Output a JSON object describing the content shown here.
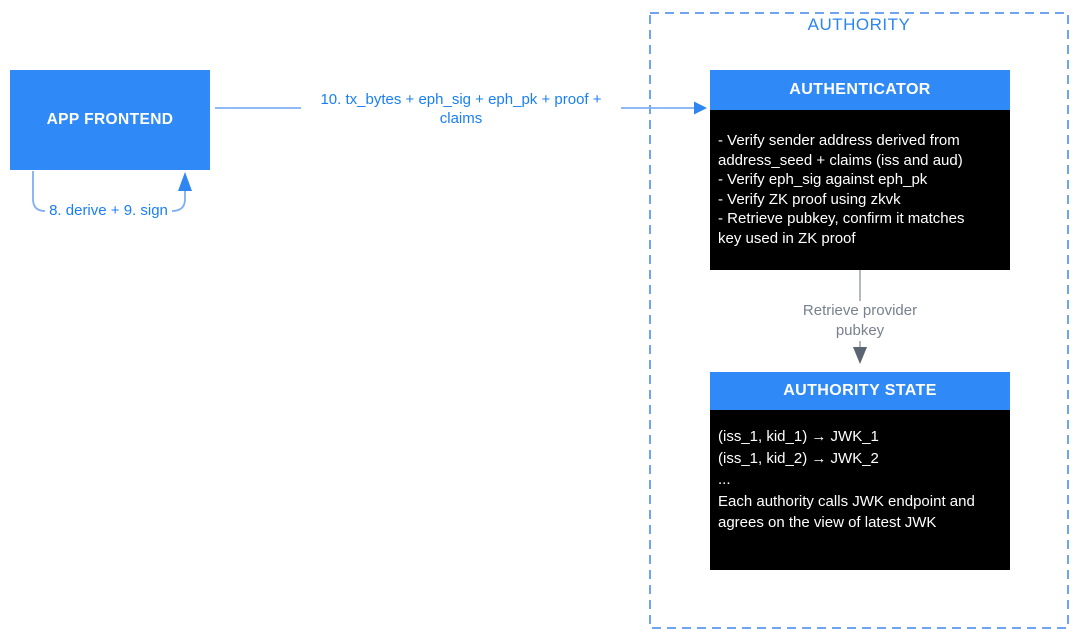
{
  "colors": {
    "primary_blue": "#2F8AF7",
    "arrow_line_blue": "#7FAFF2",
    "arrowhead_blue": "#2F86F0",
    "label_blue": "#1A7FF5",
    "dashed_border_blue": "#6FA5F0",
    "authority_title_blue": "#2C86F0",
    "gray_line": "#9EA3AB",
    "gray_arrowhead": "#5A6472",
    "gray_label": "#78818F",
    "box_black": "#000000",
    "text_white": "#FFFFFF"
  },
  "app_frontend": {
    "label": "APP FRONTEND"
  },
  "main_arrow": {
    "label": "10. tx_bytes + eph_sig + eph_pk + proof +\nclaims"
  },
  "loop_arrow": {
    "label": "8. derive + 9. sign"
  },
  "authority": {
    "title": "AUTHORITY",
    "authenticator": {
      "title": "AUTHENTICATOR",
      "body": "- Verify sender address derived from\naddress_seed + claims (iss and aud)\n- Verify eph_sig against eph_pk\n- Verify ZK proof using zkvk\n- Retrieve pubkey, confirm it matches\nkey used in ZK proof"
    },
    "retrieve_arrow": {
      "label": "Retrieve provider\npubkey"
    },
    "authority_state": {
      "title": "AUTHORITY STATE",
      "body": "(iss_1, kid_1) → JWK_1\n(iss_1, kid_2) → JWK_2\n...\nEach authority calls JWK endpoint and\nagrees on the view of latest JWK"
    }
  }
}
